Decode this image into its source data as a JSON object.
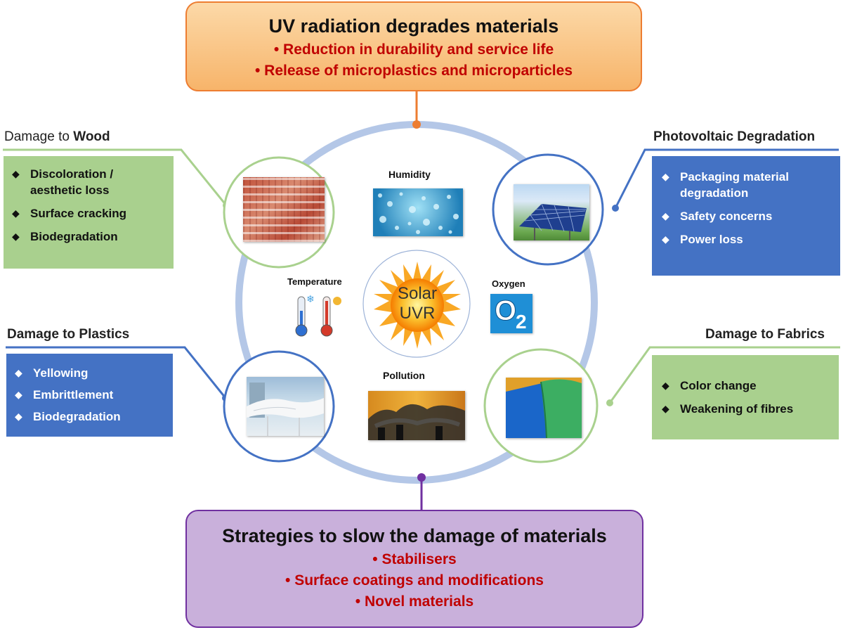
{
  "top": {
    "title": "UV radiation degrades materials",
    "points": [
      "• Reduction in durability and service life",
      "• Release of microplastics and microparticles"
    ]
  },
  "bottom": {
    "title": "Strategies to slow the damage of materials",
    "points": [
      "• Stabilisers",
      "• Surface coatings and modifications",
      "• Novel materials"
    ]
  },
  "wood": {
    "title_prefix": "Damage to ",
    "title_bold": "Wood",
    "items": [
      "Discoloration / aesthetic loss",
      "Surface cracking",
      "Biodegradation"
    ]
  },
  "pv": {
    "title": "Photovoltaic Degradation",
    "items": [
      "Packaging material degradation",
      "Safety concerns",
      "Power loss"
    ]
  },
  "plastics": {
    "title": "Damage to Plastics",
    "items": [
      "Yellowing",
      "Embrittlement",
      "Biodegradation"
    ]
  },
  "fabrics": {
    "title": "Damage to Fabrics",
    "items": [
      "Color change",
      "Weakening of fibres"
    ]
  },
  "center": {
    "humidity": "Humidity",
    "temperature": "Temperature",
    "oxygen": "Oxygen",
    "pollution": "Pollution",
    "sun_line1": "Solar",
    "sun_line2": "UVR",
    "o2_letter": "O",
    "o2_sub": "2"
  },
  "colors": {
    "orange": "#ed7d31",
    "purple": "#7030a0",
    "green_line": "#a9d18e",
    "blue_line": "#4472c4",
    "ring": "#b4c7e7",
    "red_text": "#c00000"
  },
  "icons": [
    "diamond-bullet-icon",
    "thermometer-cold-icon",
    "thermometer-hot-icon",
    "sun-icon",
    "oxygen-icon"
  ]
}
